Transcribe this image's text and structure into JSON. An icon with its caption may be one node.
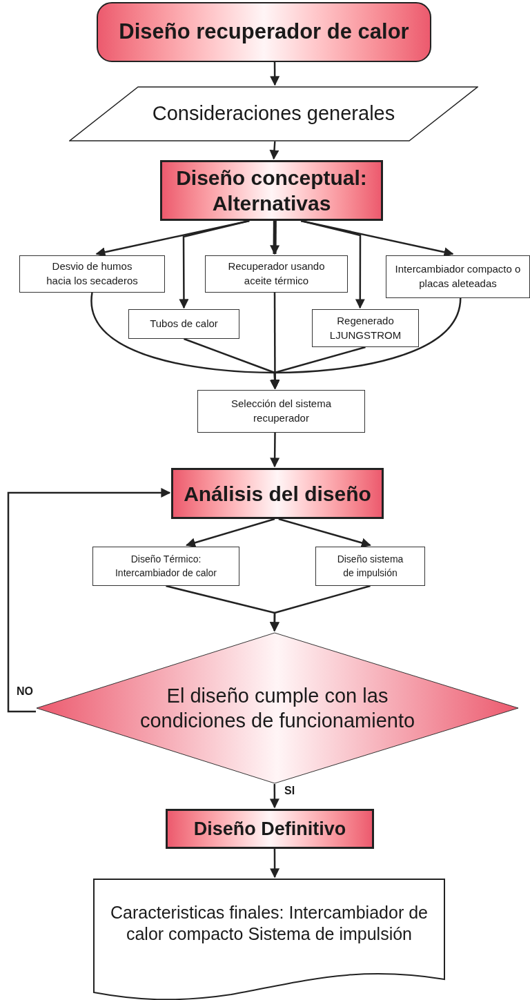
{
  "diagram": {
    "nodes": [
      {
        "text": [
          "Diseño recuperador de calor"
        ]
      },
      {
        "text": [
          "Consideraciones generales"
        ]
      },
      {
        "text": [
          "Diseño conceptual: Alternativas"
        ]
      },
      {
        "text": [
          "Desvio de humos hacia los secaderos"
        ]
      },
      {
        "text": [
          "Tubos de calor"
        ]
      },
      {
        "text": [
          "Recuperador usando aceite térmico"
        ]
      },
      {
        "text": [
          "Regenerado LJUNGSTROM"
        ]
      },
      {
        "text": [
          "Intercambiador compacto o placas aleteadas"
        ]
      },
      {
        "text": [
          "Selección del sistema recuperador"
        ]
      },
      {
        "text": [
          "Análisis del diseño"
        ]
      },
      {
        "text": [
          "Diseño Térmico: Intercambiador de calor"
        ]
      },
      {
        "text": [
          "Diseño sistema de impulsión"
        ]
      },
      {
        "text": [
          "El diseño cumple con las condiciones de funcionamiento"
        ]
      },
      {
        "text": [
          "Diseño Definitivo"
        ]
      },
      {
        "text": [
          "Caracteristicas finales: Intercambiador de calor compacto Sistema de impulsión"
        ]
      }
    ],
    "edges": [
      {
        "from": 0,
        "to": 1,
        "arrow": "to"
      },
      {
        "from": 1,
        "to": 2,
        "arrow": "to"
      },
      {
        "from": 2,
        "to": 3,
        "arrow": "to"
      },
      {
        "from": 2,
        "to": 4,
        "arrow": "to"
      },
      {
        "from": 2,
        "to": 5,
        "arrow": "to",
        "style": "thick"
      },
      {
        "from": 2,
        "to": 6,
        "arrow": "to"
      },
      {
        "from": 2,
        "to": 7,
        "arrow": "to"
      },
      {
        "from": 3,
        "to": 8,
        "arrow": "to"
      },
      {
        "from": 4,
        "to": 8,
        "arrow": "to"
      },
      {
        "from": 5,
        "to": 8,
        "arrow": "to"
      },
      {
        "from": 6,
        "to": 8,
        "arrow": "to"
      },
      {
        "from": 7,
        "to": 8,
        "arrow": "to"
      },
      {
        "from": 8,
        "to": 9,
        "arrow": "to"
      },
      {
        "from": 9,
        "to": 10,
        "arrow": "to"
      },
      {
        "from": 9,
        "to": 11,
        "arrow": "to"
      },
      {
        "from": 10,
        "to": 12,
        "arrow": "to"
      },
      {
        "from": 11,
        "to": 12,
        "arrow": "to"
      },
      {
        "from": 12,
        "to": 9,
        "arrow": "to",
        "label": "NO"
      },
      {
        "from": 12,
        "to": 13,
        "arrow": "to",
        "label": "SI"
      },
      {
        "from": 13,
        "to": 14,
        "arrow": "to"
      }
    ]
  }
}
